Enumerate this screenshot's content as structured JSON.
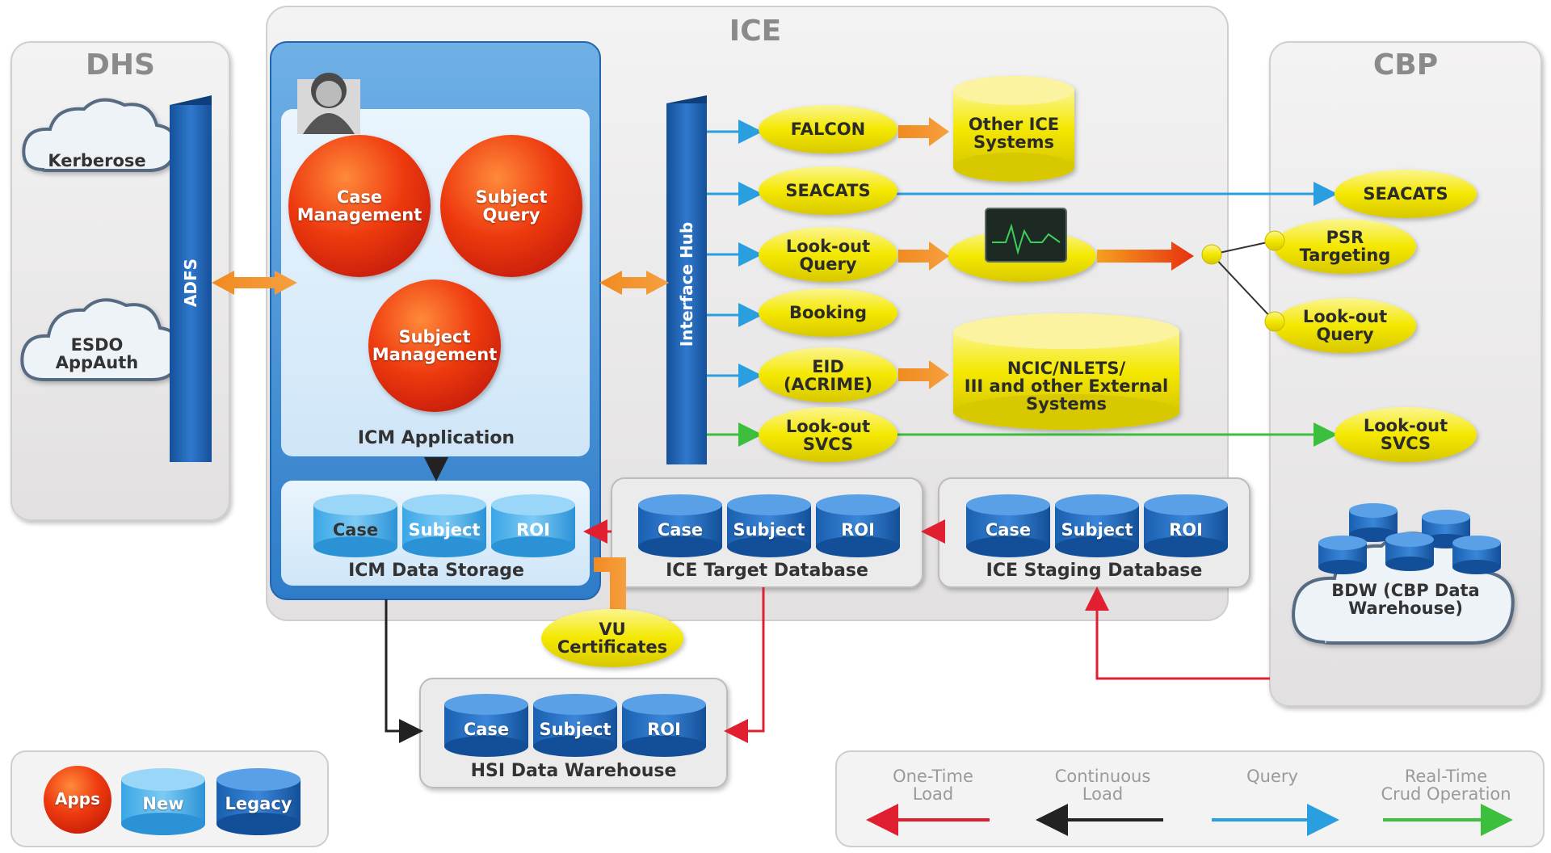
{
  "panels": {
    "dhs": "DHS",
    "ice": "ICE",
    "cbp": "CBP"
  },
  "dhs": {
    "kerberose": "Kerberose",
    "esdo_line1": "ESDO",
    "esdo_line2": "AppAuth",
    "adfs": "ADFS"
  },
  "icm": {
    "case_mgmt_line1": "Case",
    "case_mgmt_line2": "Management",
    "subject_query_line1": "Subject",
    "subject_query_line2": "Query",
    "subject_mgmt_line1": "Subject",
    "subject_mgmt_line2": "Management",
    "app_label": "ICM Application",
    "storage_label": "ICM Data Storage"
  },
  "interface_hub": "Interface Hub",
  "services": {
    "falcon": "FALCON",
    "seacats": "SEACATS",
    "lookout_query_line1": "Look-out",
    "lookout_query_line2": "Query",
    "booking": "Booking",
    "eid_line1": "EID",
    "eid_line2": "(ACRIME)",
    "lookout_svcs_line1": "Look-out",
    "lookout_svcs_line2": "SVCS",
    "other_ice_line1": "Other ICE",
    "other_ice_line2": "Systems",
    "ncic_line1": "NCIC/NLETS/",
    "ncic_line2": "III and other External",
    "ncic_line3": "Systems",
    "vu_line1": "VU",
    "vu_line2": "Certificates"
  },
  "databases": {
    "case": "Case",
    "subject": "Subject",
    "roi": "ROI",
    "target_label": "ICE Target Database",
    "staging_label": "ICE Staging Database",
    "hsi_label": "HSI Data Warehouse"
  },
  "cbp": {
    "seacats": "SEACATS",
    "psr_line1": "PSR",
    "psr_line2": "Targeting",
    "lookout_query_line1": "Look-out",
    "lookout_query_line2": "Query",
    "lookout_svcs_line1": "Look-out",
    "lookout_svcs_line2": "SVCS",
    "bdw_line1": "BDW (CBP Data",
    "bdw_line2": "Warehouse)"
  },
  "legend_left": {
    "apps": "Apps",
    "new": "New",
    "legacy": "Legacy"
  },
  "legend_right": {
    "onetime_line1": "One-Time",
    "onetime_line2": "Load",
    "continuous_line1": "Continuous",
    "continuous_line2": "Load",
    "query": "Query",
    "realtime_line1": "Real-Time",
    "realtime_line2": "Crud Operation"
  },
  "colors": {
    "onetime": "#e02030",
    "continuous": "#222222",
    "query": "#2a9fe0",
    "realtime": "#3cbf3c",
    "legacy_db": "#1a5fb0",
    "new_db": "#3aa6e6",
    "app_red": "#e83010",
    "service_yellow": "#f2e600"
  }
}
